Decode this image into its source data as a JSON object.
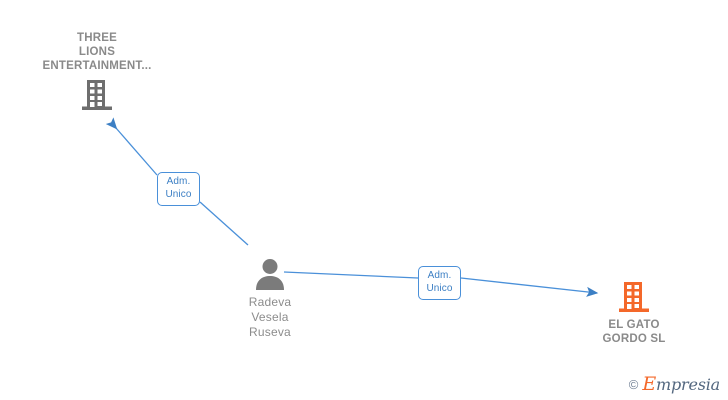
{
  "diagram": {
    "type": "corporate-relationship-graph",
    "background_color": "#ffffff",
    "edge_color": "#4a90d9",
    "nodes": [
      {
        "id": "three-lions",
        "label": "THREE\nLIONS\nENTERTAINMENT...",
        "kind": "company",
        "icon": "building-icon",
        "icon_color": "#6e6e6e",
        "text_color": "#8a8a8a"
      },
      {
        "id": "person",
        "label": "Radeva\nVesela\nRuseva",
        "kind": "person",
        "icon": "person-icon",
        "icon_color": "#7b7b7b",
        "text_color": "#8c8c8c"
      },
      {
        "id": "el-gato-gordo",
        "label": "EL GATO\nGORDO  SL",
        "kind": "company",
        "icon": "building-icon",
        "icon_color": "#f4682a",
        "text_color": "#8a8a8a"
      }
    ],
    "edges": [
      {
        "id": "edge-person-to-three-lions",
        "from": "person",
        "to": "three-lions",
        "label": "Adm.\nUnico",
        "direction": "to-company"
      },
      {
        "id": "edge-person-to-el-gato",
        "from": "person",
        "to": "el-gato-gordo",
        "label": "Adm.\nUnico",
        "direction": "to-company"
      }
    ]
  },
  "watermark": {
    "copyright_symbol": "©",
    "brand_initial": "E",
    "brand_rest": "mpresia"
  }
}
